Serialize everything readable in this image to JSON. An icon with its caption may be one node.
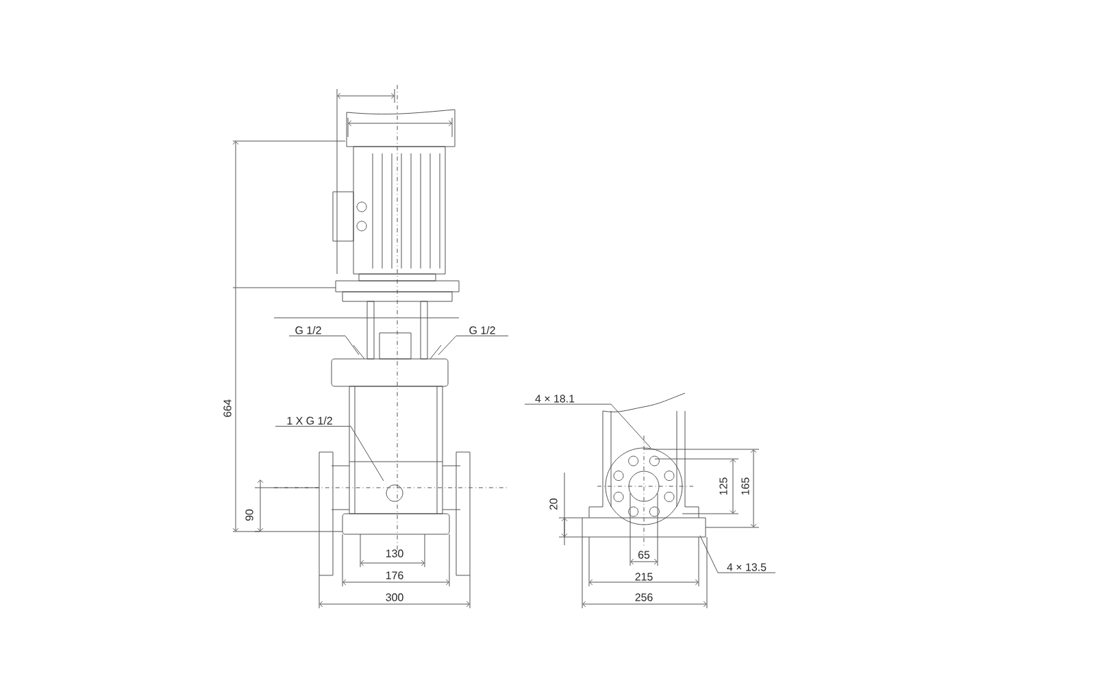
{
  "diagram": {
    "nodes": [
      {
        "text": [
          "G 1/2"
        ]
      },
      {
        "text": [
          "G 1/2"
        ]
      },
      {
        "text": [
          "1 X G 1/2"
        ]
      },
      {
        "text": [
          "4 × 18.1"
        ]
      },
      {
        "text": [
          "4 × 13.5"
        ]
      }
    ],
    "edges": [
      {
        "from": 0,
        "to": null,
        "arrow": "none"
      },
      {
        "from": 1,
        "to": null,
        "arrow": "none"
      },
      {
        "from": 2,
        "to": null,
        "arrow": "none"
      },
      {
        "from": 3,
        "to": null,
        "arrow": "none"
      },
      {
        "from": 4,
        "to": null,
        "arrow": "none"
      }
    ],
    "labels": [
      "664",
      "90",
      "130",
      "176",
      "300",
      "20",
      "125",
      "165",
      "65",
      "215",
      "256"
    ]
  }
}
